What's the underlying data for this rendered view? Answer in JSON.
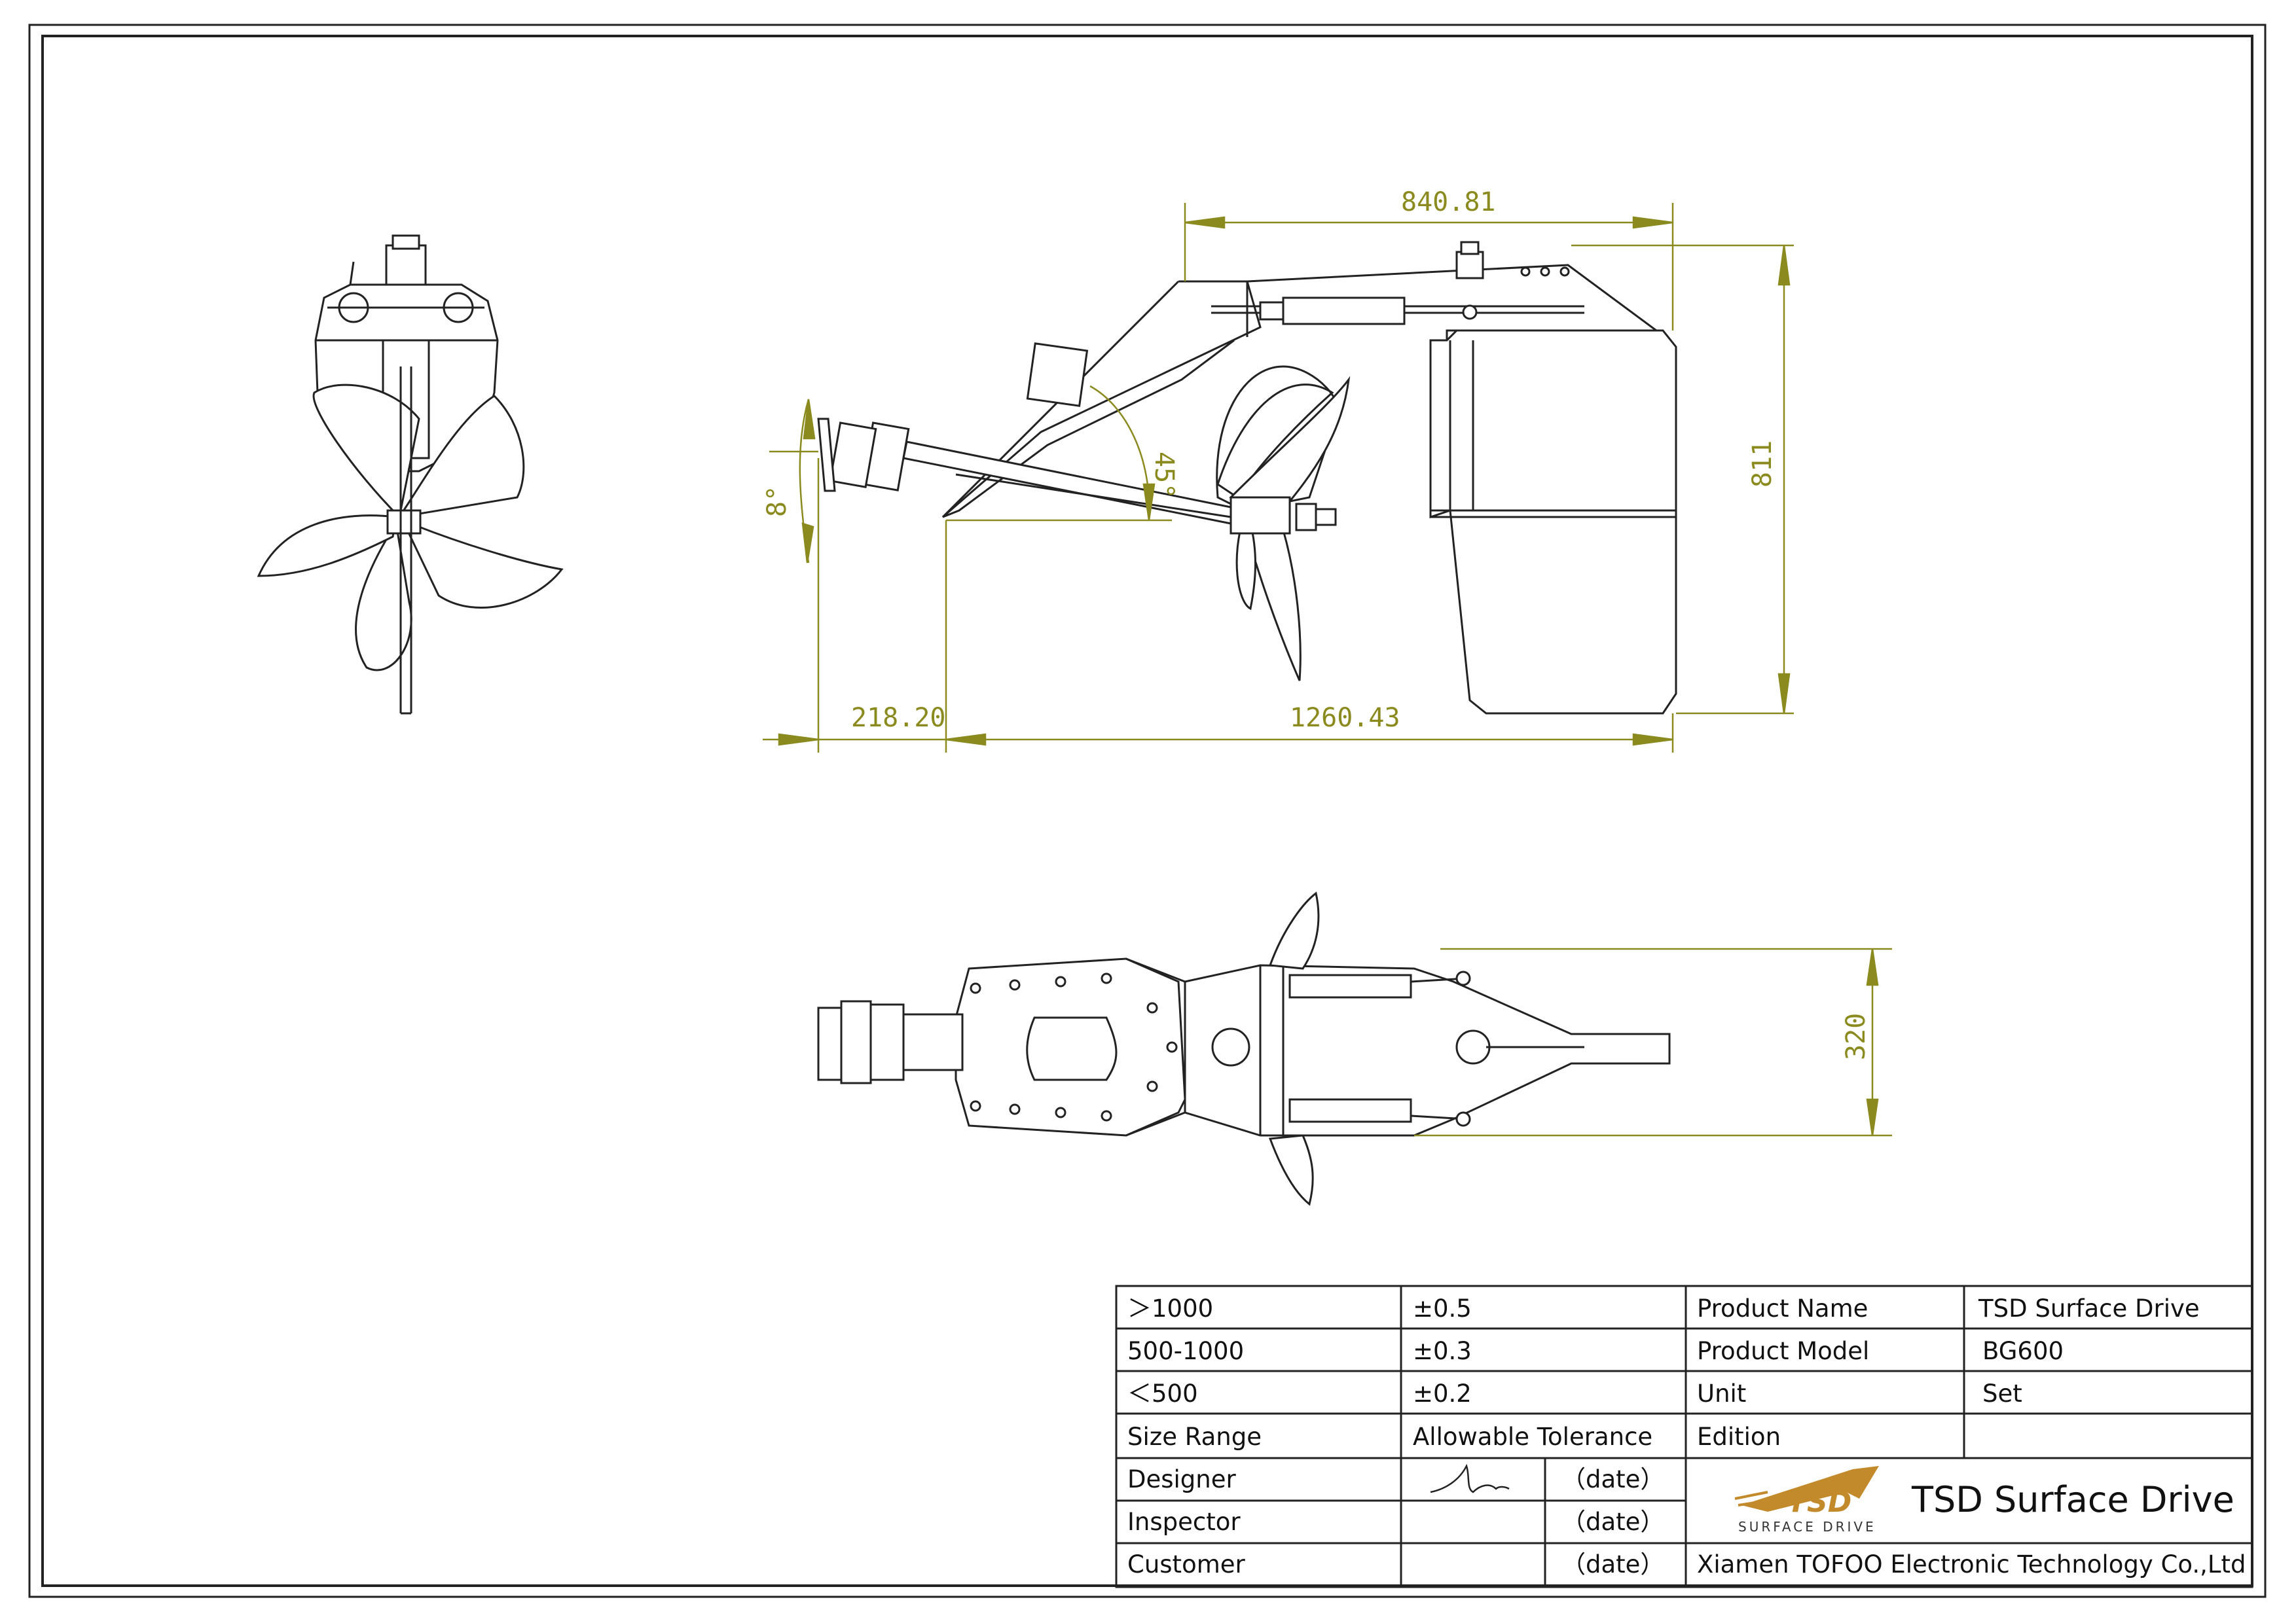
{
  "dimensions": {
    "top_length": "840.81",
    "height": "811",
    "angle_45": "45°",
    "angle_8": "8°",
    "front_offset": "218.20",
    "overall_length": "1260.43",
    "width": "320"
  },
  "title_block": {
    "rows": [
      {
        "range": "＞1000",
        "tolerance": "±0.5",
        "label": "Product Name",
        "value": "TSD Surface Drive"
      },
      {
        "range": "500-1000",
        "tolerance": "±0.3",
        "label": "Product Model",
        "value": "BG600"
      },
      {
        "range": "＜500",
        "tolerance": "±0.2",
        "label": "Unit",
        "value": "Set"
      },
      {
        "range": "Size Range",
        "tolerance": "Allowable Tolerance",
        "label": "Edition",
        "value": ""
      }
    ],
    "designer_label": "Designer",
    "inspector_label": "Inspector",
    "customer_label": "Customer",
    "date_label_1": "（date）",
    "date_label_2": "（date）",
    "date_label_3": "（date）",
    "logo_text": "TSD",
    "logo_subtext": "SURFACE DRIVE",
    "brand_title": "TSD Surface Drive",
    "company": "Xiamen TOFOO Electronic Technology Co.,Ltd"
  },
  "colors": {
    "line": "#222222",
    "dimension": "#8a8a1e",
    "logo_gold": "#c28a2a"
  }
}
